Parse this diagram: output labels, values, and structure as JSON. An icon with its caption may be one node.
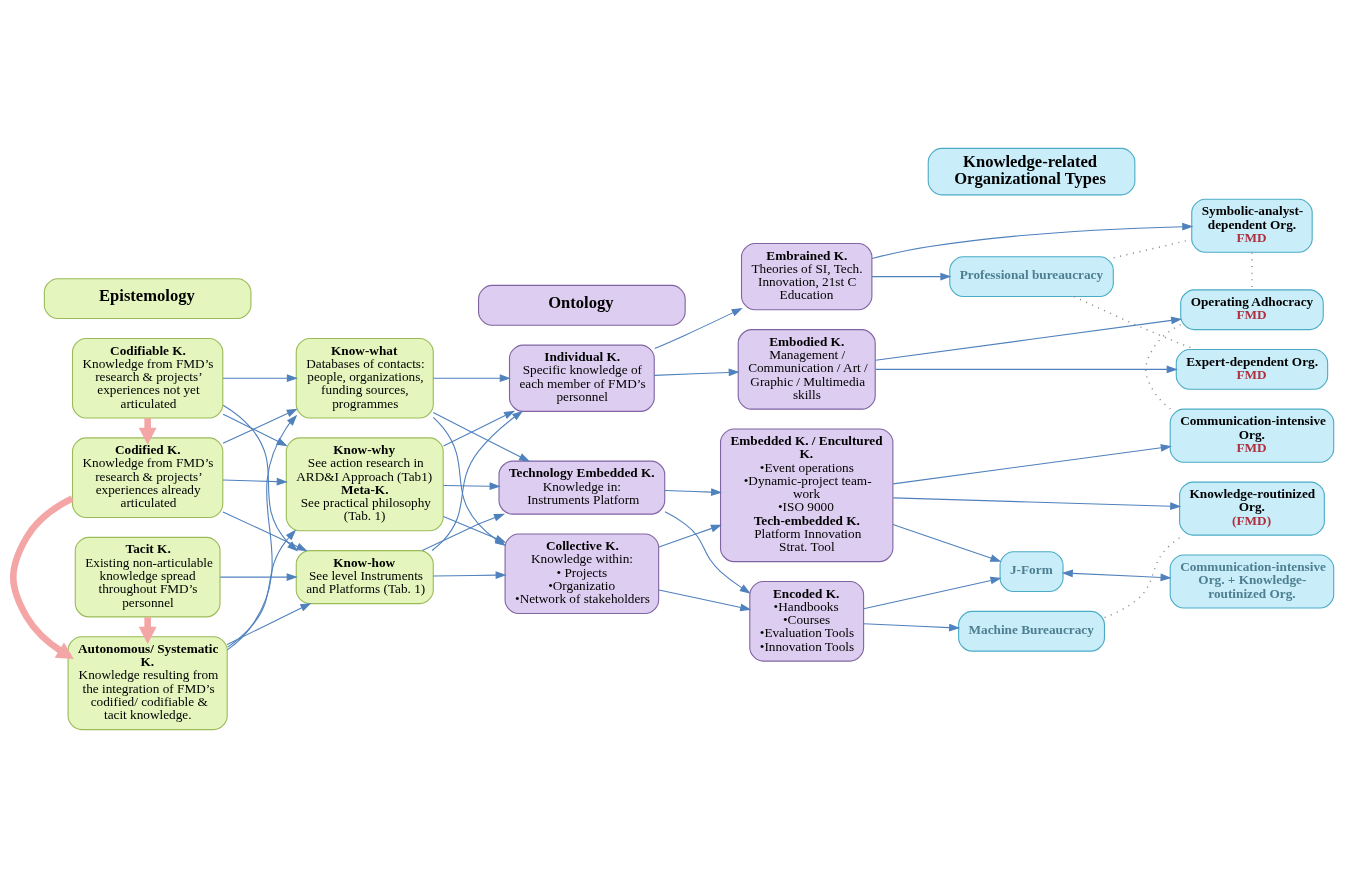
{
  "diagram": {
    "nodes": [
      {
        "text": [
          "Epistemology"
        ]
      },
      {
        "text": [
          "Ontology"
        ]
      },
      {
        "text": [
          "Knowledge-related Organizational Types"
        ]
      },
      {
        "text": [
          "Codifiable K.",
          "Knowledge from FMD’s research & projects’ experiences not yet articulated"
        ]
      },
      {
        "text": [
          "Codified K.",
          "Knowledge from FMD’s research & projects’ experiences already articulated"
        ]
      },
      {
        "text": [
          "Autonomous/ Systematic K.",
          "Knowledge resulting from the integration of FMD’s codified/ codifiable & tacit knowledge."
        ]
      },
      {
        "text": [
          "Tacit K.",
          "Existing non-articulable knowledge spread throughout FMD’s personnel"
        ]
      },
      {
        "text": [
          "Know-why",
          "See action research in ARD&I Approach (Tab1)",
          "Meta-K.",
          "See practical philosophy (Tab. 1)"
        ]
      },
      {
        "text": [
          "Know-what",
          "Databases of contacts: people, organizations, funding sources, programmes"
        ]
      },
      {
        "text": [
          "Know-how",
          "See level Instruments and Platforms (Tab. 1)"
        ]
      },
      {
        "text": [
          "Individual K.",
          "Specific knowledge of each member of FMD’s personnel"
        ]
      },
      {
        "text": [
          "Collective K.",
          "Knowledge within:",
          "• Projects",
          "•Organizatio",
          "•Network of stakeholders"
        ]
      },
      {
        "text": [
          "Technology Embedded K.",
          "Knowledge in: Instruments Platform"
        ]
      },
      {
        "text": [
          "Embrained K.",
          "Theories of SI, Tech. Innovation, 21st C Education"
        ]
      },
      {
        "text": [
          "Embodied K.",
          "Management / Communication / Art / Graphic / Multimedia skills"
        ]
      },
      {
        "text": [
          "Encoded K.",
          "•Handbooks",
          "•Courses",
          "•Evaluation Tools",
          "•Innovation Tools"
        ]
      },
      {
        "text": [
          "Embedded K. / Encultured K.",
          "•Event operations",
          "•Dynamic-project team-work",
          "•ISO 9000",
          "Tech-embedded K.",
          "Platform Innovation Strat. Tool"
        ]
      },
      {
        "text": [
          "Professional bureaucracy"
        ]
      },
      {
        "text": [
          "Symbolic-analyst-dependent Org.",
          "FMD"
        ]
      },
      {
        "text": [
          "Expert-dependent Org.",
          "FMD"
        ]
      },
      {
        "text": [
          "Machine Bureaucracy"
        ]
      },
      {
        "text": [
          "Knowledge-routinized Org.",
          "(FMD)"
        ]
      },
      {
        "text": [
          "Operating Adhocracy",
          "FMD"
        ]
      },
      {
        "text": [
          "Communication-intensive Org.",
          "FMD"
        ]
      },
      {
        "text": [
          "J-Form"
        ]
      },
      {
        "text": [
          "Communication-intensive Org. + Knowledge-routinized Org."
        ]
      }
    ],
    "edges": [
      {
        "from": 3,
        "to": 4,
        "arrow": "to",
        "style": "thick",
        "color": "#f4a6a6"
      },
      {
        "from": 4,
        "to": 5,
        "arrow": "to",
        "style": "thick",
        "color": "#f4a6a6"
      },
      {
        "from": 6,
        "to": 5,
        "arrow": "to",
        "style": "thick",
        "color": "#f4a6a6"
      },
      {
        "from": 3,
        "to": 7,
        "arrow": "to"
      },
      {
        "from": 3,
        "to": 8,
        "arrow": "to"
      },
      {
        "from": 3,
        "to": 9,
        "arrow": "to"
      },
      {
        "from": 4,
        "to": 7,
        "arrow": "to"
      },
      {
        "from": 4,
        "to": 8,
        "arrow": "to"
      },
      {
        "from": 4,
        "to": 9,
        "arrow": "to"
      },
      {
        "from": 5,
        "to": 7,
        "arrow": "to"
      },
      {
        "from": 5,
        "to": 8,
        "arrow": "to"
      },
      {
        "from": 5,
        "to": 9,
        "arrow": "to"
      },
      {
        "from": 6,
        "to": 9,
        "arrow": "to"
      },
      {
        "from": 7,
        "to": 10,
        "arrow": "to"
      },
      {
        "from": 7,
        "to": 11,
        "arrow": "to"
      },
      {
        "from": 7,
        "to": 12,
        "arrow": "to"
      },
      {
        "from": 8,
        "to": 10,
        "arrow": "to"
      },
      {
        "from": 8,
        "to": 11,
        "arrow": "to"
      },
      {
        "from": 8,
        "to": 12,
        "arrow": "to"
      },
      {
        "from": 9,
        "to": 10,
        "arrow": "to"
      },
      {
        "from": 9,
        "to": 11,
        "arrow": "to"
      },
      {
        "from": 9,
        "to": 12,
        "arrow": "to"
      },
      {
        "from": 10,
        "to": 13,
        "arrow": "to"
      },
      {
        "from": 10,
        "to": 14,
        "arrow": "to"
      },
      {
        "from": 11,
        "to": 15,
        "arrow": "to"
      },
      {
        "from": 11,
        "to": 16,
        "arrow": "to"
      },
      {
        "from": 12,
        "to": 15,
        "arrow": "to"
      },
      {
        "from": 12,
        "to": 16,
        "arrow": "to"
      },
      {
        "from": 13,
        "to": 17,
        "arrow": "to"
      },
      {
        "from": 13,
        "to": 18,
        "arrow": "to"
      },
      {
        "from": 14,
        "to": 19,
        "arrow": "to"
      },
      {
        "from": 14,
        "to": 22,
        "arrow": "to"
      },
      {
        "from": 15,
        "to": 20,
        "arrow": "to"
      },
      {
        "from": 15,
        "to": 24,
        "arrow": "to"
      },
      {
        "from": 16,
        "to": 23,
        "arrow": "to"
      },
      {
        "from": 16,
        "to": 21,
        "arrow": "to"
      },
      {
        "from": 16,
        "to": 24,
        "arrow": "to"
      },
      {
        "from": 24,
        "to": 25,
        "arrow": "both"
      },
      {
        "from": 17,
        "to": 18,
        "arrow": "none",
        "style": "dashed",
        "color": "#8c8c8c"
      },
      {
        "from": 17,
        "to": 19,
        "arrow": "none",
        "style": "dashed",
        "color": "#8c8c8c"
      },
      {
        "from": 18,
        "to": 22,
        "arrow": "none",
        "style": "dashed",
        "color": "#8c8c8c"
      },
      {
        "from": 20,
        "to": 21,
        "arrow": "none",
        "style": "dashed",
        "color": "#8c8c8c"
      },
      {
        "from": 22,
        "to": 23,
        "arrow": "none",
        "style": "dashed",
        "color": "#8c8c8c"
      }
    ]
  }
}
